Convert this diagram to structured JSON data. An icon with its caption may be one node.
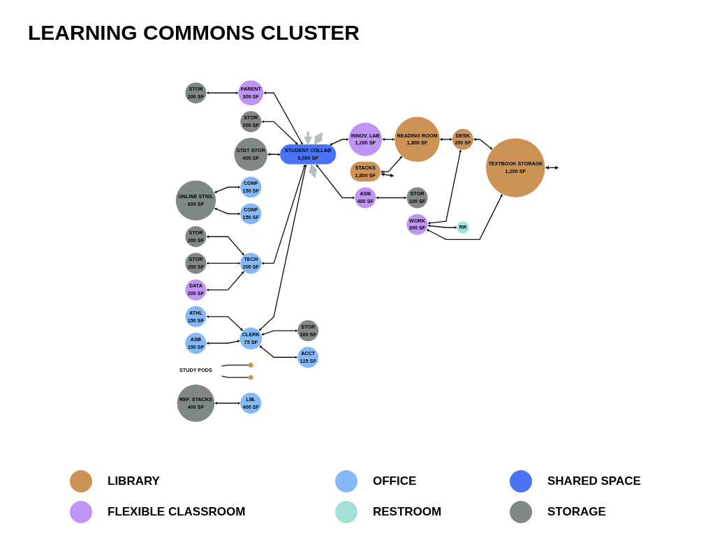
{
  "diagram": {
    "title": "LEARNING COMMONS CLUSTER",
    "nodes": [
      {
        "text": [
          "STOR",
          "200 SF"
        ]
      },
      {
        "text": [
          "PARENT",
          "300 SF"
        ]
      },
      {
        "text": [
          "STOR",
          "200 SF"
        ]
      },
      {
        "text": [
          "STOR",
          "200 SF"
        ]
      },
      {
        "text": [
          "INNOV. LAB",
          "1,200 SF"
        ]
      },
      {
        "text": [
          "STACKS",
          "1,800 SF"
        ]
      },
      {
        "text": [
          "STOR",
          "200 SF"
        ]
      },
      {
        "text": [
          "DATA",
          "200 SF"
        ]
      },
      {
        "text": [
          "TECH",
          "200 SF"
        ]
      },
      {
        "text": [
          "CONF",
          "150 SF"
        ]
      },
      {
        "text": [
          "ONLINE STNS.",
          "600 SF"
        ]
      },
      {
        "text": [
          "READING ROOM",
          "1,800 SF"
        ]
      },
      {
        "text": [
          "CONF",
          "150 SF"
        ]
      },
      {
        "text": [
          "STUDENT COLLAB",
          "6,000 SF"
        ]
      },
      {
        "text": [
          "STDT STOR",
          "400 SF"
        ]
      },
      {
        "text": [
          "ATHL",
          "150 SF"
        ]
      },
      {
        "text": [
          "CLERK",
          "75 SF"
        ]
      },
      {
        "text": [
          "STUDY PODS"
        ]
      },
      {
        "text": [],
        "shape": "circle"
      },
      {
        "text": [],
        "shape": "circle"
      },
      {
        "text": [
          "REF. STACKS",
          "400 SF"
        ]
      },
      {
        "text": [
          "LIB.",
          "400 SF"
        ]
      },
      {
        "text": [
          "ASB",
          "150 SF"
        ]
      },
      {
        "text": [
          "DESK",
          "200 SF"
        ]
      },
      {
        "text": [
          "STOR",
          "100 SF"
        ]
      },
      {
        "text": [
          "ASB",
          "400 SF"
        ]
      },
      {
        "text": [
          "STOR",
          "100 SF"
        ]
      },
      {
        "text": [
          "WORK",
          "300 SF"
        ]
      },
      {
        "text": [
          "TEXTBOOK STORAGE",
          "1,200 SF"
        ]
      },
      {
        "text": [
          "ACCT",
          "125 SF"
        ]
      },
      {
        "text": [
          "RR"
        ]
      }
    ],
    "edges": [
      {
        "from": 0,
        "to": 1,
        "arrow": "both"
      },
      {
        "from": 1,
        "to": 13,
        "arrow": "both"
      },
      {
        "from": 6,
        "to": 13,
        "arrow": "both"
      },
      {
        "from": 14,
        "to": 13,
        "arrow": "both"
      },
      {
        "from": 2,
        "to": 8,
        "arrow": "both"
      },
      {
        "from": 3,
        "to": 8,
        "arrow": "both"
      },
      {
        "from": 7,
        "to": 8,
        "arrow": "both"
      },
      {
        "from": 8,
        "to": 13,
        "arrow": "both"
      },
      {
        "from": 13,
        "to": 4,
        "arrow": "both"
      },
      {
        "from": 4,
        "to": 11,
        "arrow": "both"
      },
      {
        "from": 5,
        "to": 11,
        "arrow": "both"
      },
      {
        "from": 5,
        "to": null,
        "arrow": "both"
      },
      {
        "from": 10,
        "to": 9,
        "arrow": "both"
      },
      {
        "from": 10,
        "to": 12,
        "arrow": "both"
      },
      {
        "from": 20,
        "to": 21,
        "arrow": "both"
      },
      {
        "from": 11,
        "to": 23,
        "arrow": "both"
      },
      {
        "from": 23,
        "to": 28,
        "arrow": "both"
      },
      {
        "from": 27,
        "to": 23,
        "arrow": "both"
      },
      {
        "from": 27,
        "to": 28,
        "arrow": "both"
      },
      {
        "from": 27,
        "to": 30,
        "arrow": "both"
      },
      {
        "from": 28,
        "to": null,
        "arrow": "both"
      },
      {
        "from": 15,
        "to": 16,
        "arrow": "both"
      },
      {
        "from": 22,
        "to": 16,
        "arrow": "both"
      },
      {
        "from": 16,
        "to": 13,
        "arrow": "both"
      },
      {
        "from": 16,
        "to": 24,
        "arrow": "both"
      },
      {
        "from": 16,
        "to": 29,
        "arrow": "both"
      },
      {
        "from": 13,
        "to": 25,
        "arrow": "both"
      },
      {
        "from": 25,
        "to": 26,
        "arrow": "both"
      },
      {
        "from": 17,
        "to": 18,
        "arrow": "none"
      },
      {
        "from": 17,
        "to": 19,
        "arrow": "none"
      },
      {
        "from": null,
        "to": 13,
        "arrow": "to",
        "style": "thick",
        "color": "#b3bfbe"
      },
      {
        "from": null,
        "to": 13,
        "arrow": "both",
        "style": "thick",
        "color": "#b3bfbe"
      },
      {
        "from": 13,
        "to": null,
        "arrow": "both",
        "style": "thick",
        "color": "#b3bfbe"
      }
    ],
    "legend": [
      {
        "text": "LIBRARY",
        "color": "#cc9355"
      },
      {
        "text": "FLEXIBLE CLASSROOM",
        "color": "#bf94f5"
      },
      {
        "text": "OFFICE",
        "color": "#84b9f5"
      },
      {
        "text": "RESTROOM",
        "color": "#a3e0d5"
      },
      {
        "text": "SHARED SPACE",
        "color": "#4a72f5"
      },
      {
        "text": "STORAGE",
        "color": "#7f8787"
      }
    ]
  }
}
